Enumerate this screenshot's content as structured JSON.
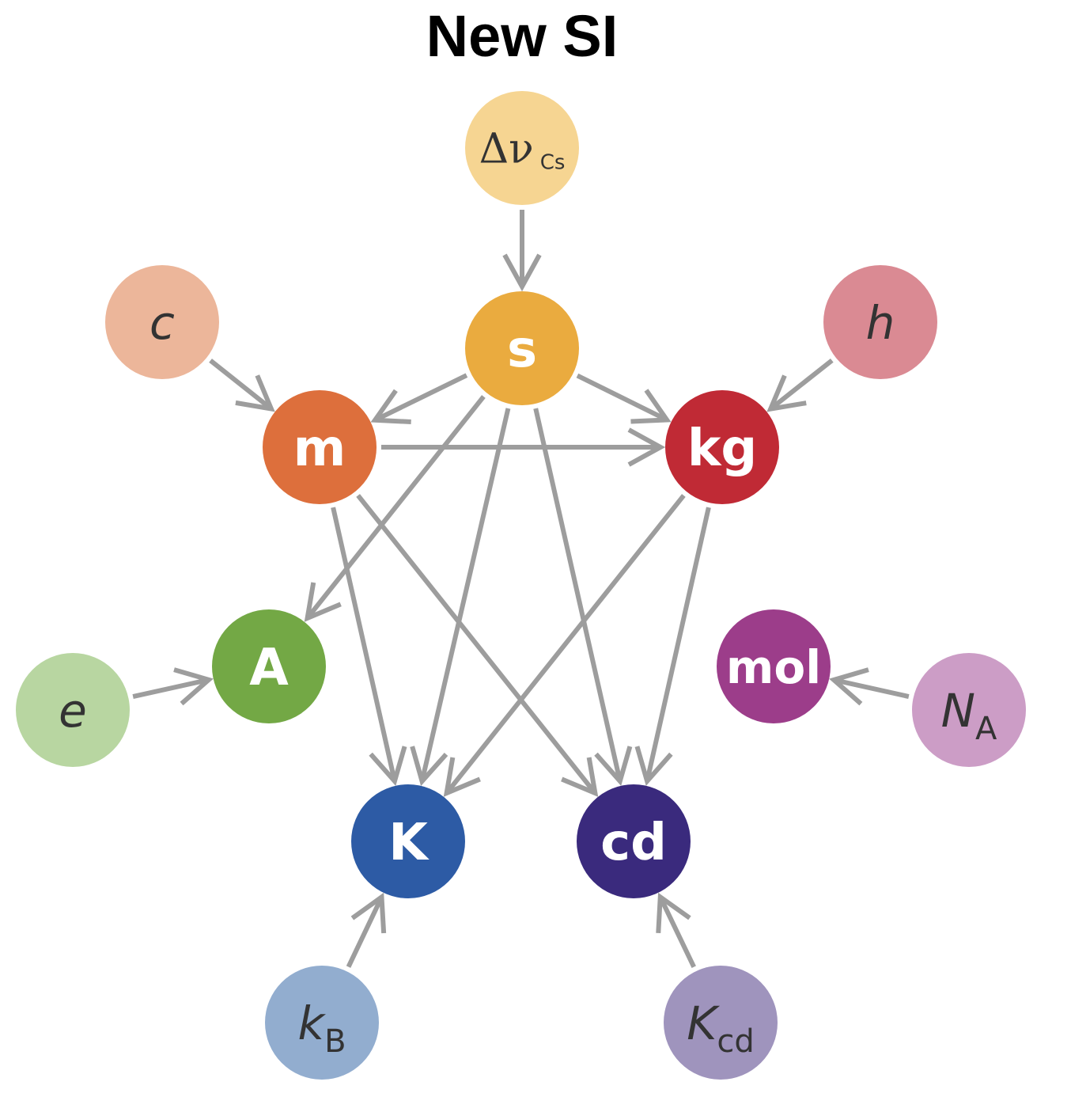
{
  "title": "New SI",
  "colors": {
    "edge": "#9d9d9d",
    "base_text": "#ffffff",
    "const_text": "#333333"
  },
  "units": [
    {
      "id": "s",
      "label": "s",
      "color": "#eaab3f"
    },
    {
      "id": "m",
      "label": "m",
      "color": "#dd6f3c"
    },
    {
      "id": "kg",
      "label": "kg",
      "color": "#c02a35"
    },
    {
      "id": "A",
      "label": "A",
      "color": "#73a845"
    },
    {
      "id": "mol",
      "label": "mol",
      "color": "#9c3d8a"
    },
    {
      "id": "K",
      "label": "K",
      "color": "#2d5ba5"
    },
    {
      "id": "cd",
      "label": "cd",
      "color": "#3a2a7d"
    }
  ],
  "constants": [
    {
      "id": "dnu",
      "symbol": "Δν",
      "sub": "Cs",
      "color": "#f6d592"
    },
    {
      "id": "c",
      "symbol": "c",
      "sub": "",
      "color": "#ecb69a"
    },
    {
      "id": "h",
      "symbol": "h",
      "sub": "",
      "color": "#da8a93"
    },
    {
      "id": "e",
      "symbol": "e",
      "sub": "",
      "color": "#b8d6a1"
    },
    {
      "id": "NA",
      "symbol": "N",
      "sub": "A",
      "color": "#cc9dc6"
    },
    {
      "id": "kB",
      "symbol": "k",
      "sub": "B",
      "color": "#92adcf"
    },
    {
      "id": "Kcd",
      "symbol": "K",
      "sub": "cd",
      "color": "#9f94bd"
    }
  ],
  "edges": [
    {
      "from": "dnu",
      "to": "s"
    },
    {
      "from": "c",
      "to": "m"
    },
    {
      "from": "h",
      "to": "kg"
    },
    {
      "from": "e",
      "to": "A"
    },
    {
      "from": "NA",
      "to": "mol"
    },
    {
      "from": "kB",
      "to": "K"
    },
    {
      "from": "Kcd",
      "to": "cd"
    },
    {
      "from": "s",
      "to": "m"
    },
    {
      "from": "s",
      "to": "kg"
    },
    {
      "from": "s",
      "to": "A"
    },
    {
      "from": "s",
      "to": "K"
    },
    {
      "from": "s",
      "to": "cd"
    },
    {
      "from": "m",
      "to": "kg"
    },
    {
      "from": "m",
      "to": "K"
    },
    {
      "from": "m",
      "to": "cd"
    },
    {
      "from": "kg",
      "to": "K"
    },
    {
      "from": "kg",
      "to": "cd"
    }
  ]
}
